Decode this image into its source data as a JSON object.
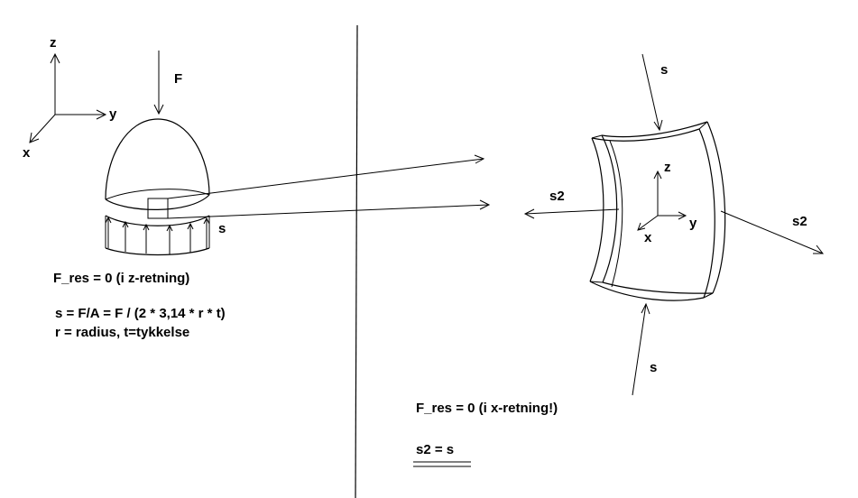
{
  "left_panel": {
    "axes": {
      "z": "z",
      "y": "y",
      "x": "x"
    },
    "force_label": "F",
    "stress_label": "s",
    "equations": [
      "F_res = 0 (i z-retning)",
      "s = F/A = F / (2 * 3,14 * r * t)",
      "r = radius, t=tykkelse"
    ]
  },
  "right_panel": {
    "axes": {
      "z": "z",
      "y": "y",
      "x": "x"
    },
    "stress_top": "s",
    "stress_bottom": "s",
    "stress_left": "s2",
    "stress_right": "s2",
    "equation": "F_res = 0 (i x-retning!)",
    "result": "s2 = s"
  }
}
